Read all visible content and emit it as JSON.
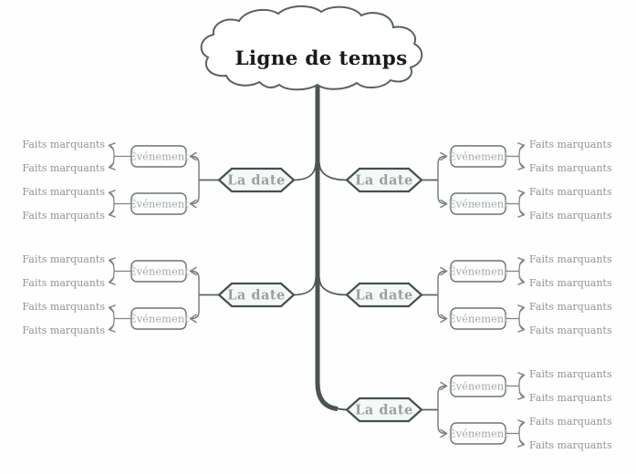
{
  "root": {
    "label": "Ligne de temps"
  },
  "groups": [
    {
      "position": "upper-left",
      "date": "La date",
      "events": [
        {
          "label": "Événement",
          "facts": [
            "Faits marquants",
            "Faits marquants"
          ]
        },
        {
          "label": "Événement",
          "facts": [
            "Faits marquants",
            "Faits marquants"
          ]
        }
      ]
    },
    {
      "position": "upper-right",
      "date": "La date",
      "events": [
        {
          "label": "Événement",
          "facts": [
            "Faits marquants",
            "Faits marquants"
          ]
        },
        {
          "label": "Événement",
          "facts": [
            "Faits marquants",
            "Faits marquants"
          ]
        }
      ]
    },
    {
      "position": "middle-left",
      "date": "La date",
      "events": [
        {
          "label": "Événement",
          "facts": [
            "Faits marquants",
            "Faits marquants"
          ]
        },
        {
          "label": "Événement",
          "facts": [
            "Faits marquants",
            "Faits marquants"
          ]
        }
      ]
    },
    {
      "position": "middle-right",
      "date": "La date",
      "events": [
        {
          "label": "Événement",
          "facts": [
            "Faits marquants",
            "Faits marquants"
          ]
        },
        {
          "label": "Événement",
          "facts": [
            "Faits marquants",
            "Faits marquants"
          ]
        }
      ]
    },
    {
      "position": "lower-right",
      "date": "La date",
      "events": [
        {
          "label": "Événement",
          "facts": [
            "Faits marquants",
            "Faits marquants"
          ]
        },
        {
          "label": "Événement",
          "facts": [
            "Faits marquants",
            "Faits marquants"
          ]
        }
      ]
    }
  ],
  "colors": {
    "background": "#fefefe",
    "trunk": "#4a5452",
    "cloud_outline": "#586262",
    "hexagon_outline": "#454f4f",
    "hexagon_fill": "#f6f8f8",
    "event_box_outline": "#6a7374",
    "connector": "#7d8686",
    "title_text": "#1a1a1a",
    "date_text": "#99a1a1",
    "event_text": "#a4a8a9",
    "fact_text": "#8f9696"
  }
}
